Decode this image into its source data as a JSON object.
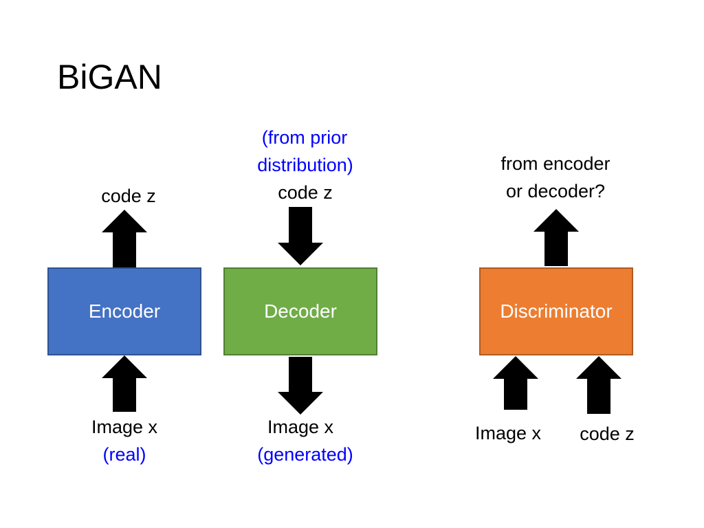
{
  "title": "BiGAN",
  "colors": {
    "encoder": "#4472c4",
    "decoder": "#70ad47",
    "discriminator": "#ed7d31",
    "annotation_blue": "#0000ff",
    "arrow": "#000000"
  },
  "encoder": {
    "label": "Encoder",
    "output_label": "code z",
    "input_label": "Image x",
    "input_note": "(real)"
  },
  "decoder": {
    "label": "Decoder",
    "input_note_line1": "(from prior",
    "input_note_line2": "distribution)",
    "input_label": "code z",
    "output_label": "Image x",
    "output_note": "(generated)"
  },
  "discriminator": {
    "label": "Discriminator",
    "output_line1": "from encoder",
    "output_line2": "or decoder?",
    "input_image_label": "Image x",
    "input_code_label": "code z"
  }
}
